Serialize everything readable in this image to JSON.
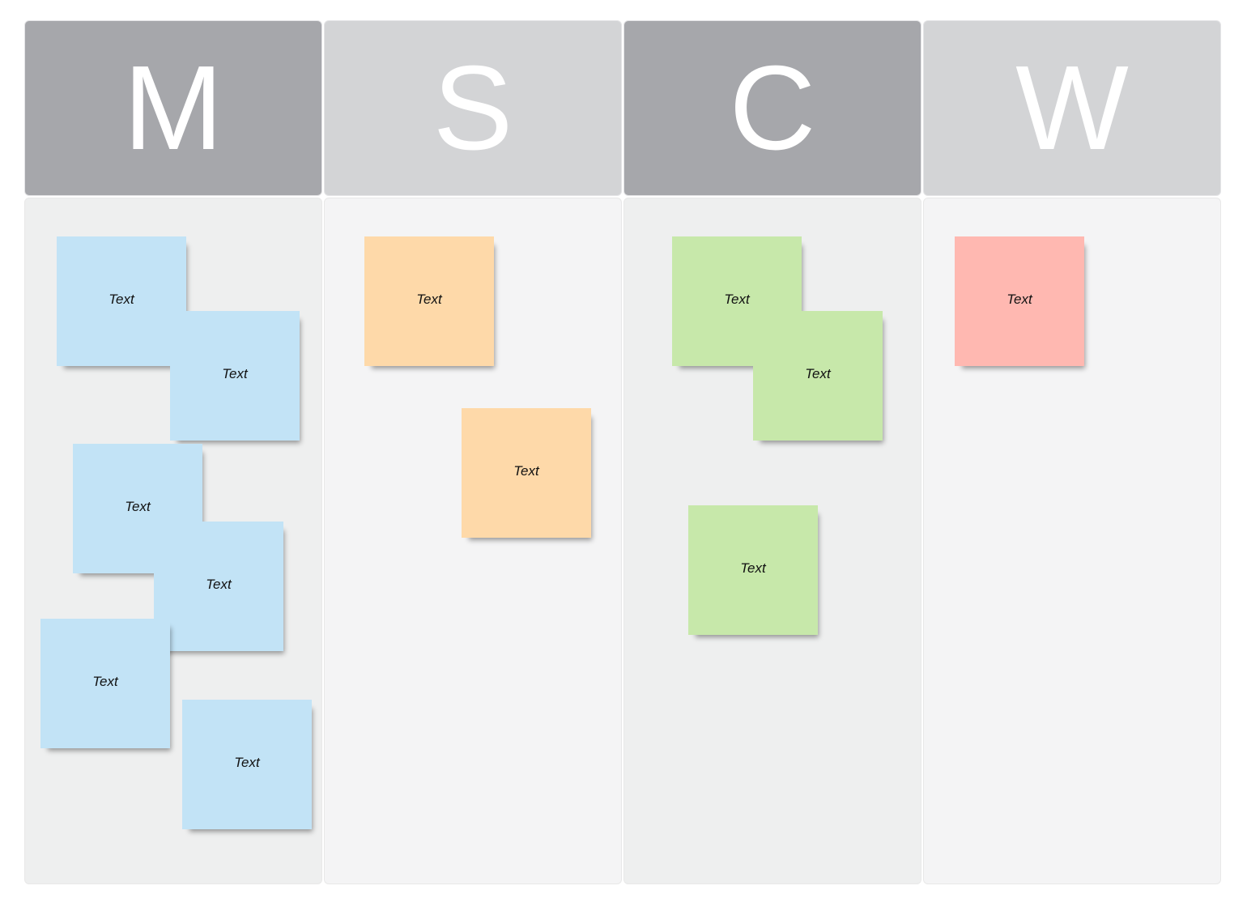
{
  "columns": [
    {
      "letter": "M"
    },
    {
      "letter": "S"
    },
    {
      "letter": "C"
    },
    {
      "letter": "W"
    }
  ],
  "colors": {
    "header_dark": "#a6a7ab",
    "header_light": "#d3d4d6",
    "body_dark": "#eeefef",
    "body_light": "#f4f4f5",
    "note_blue": "#c2e3f6",
    "note_orange": "#fed9a9",
    "note_green": "#c7e8aa",
    "note_red": "#ffb8b1"
  },
  "notes": {
    "m": [
      "Text",
      "Text",
      "Text",
      "Text",
      "Text",
      "Text"
    ],
    "s": [
      "Text",
      "Text"
    ],
    "c": [
      "Text",
      "Text",
      "Text"
    ],
    "w": [
      "Text"
    ]
  }
}
